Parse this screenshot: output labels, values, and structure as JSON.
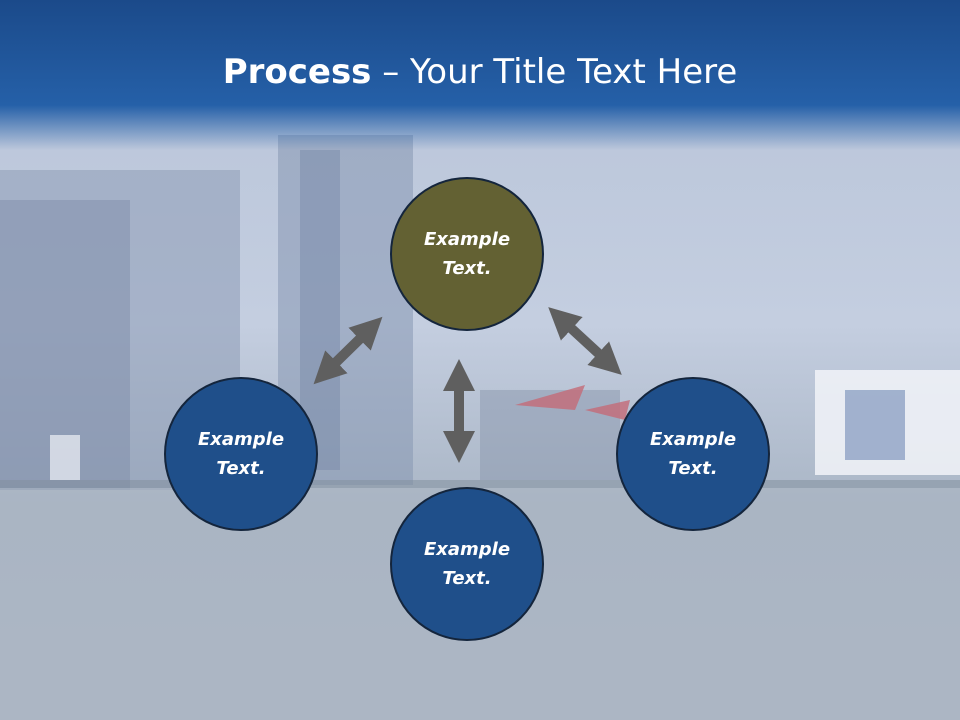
{
  "title": {
    "bold": "Process",
    "rest": " – Your Title Text Here"
  },
  "nodes": [
    {
      "label": "Example Text.",
      "color": "#636133"
    },
    {
      "label": "Example Text.",
      "color": "#1f4f8a"
    },
    {
      "label": "Example Text.",
      "color": "#1f4f8a"
    },
    {
      "label": "Example Text.",
      "color": "#1f4f8a"
    }
  ],
  "arrow_color": "#5f5f5f"
}
